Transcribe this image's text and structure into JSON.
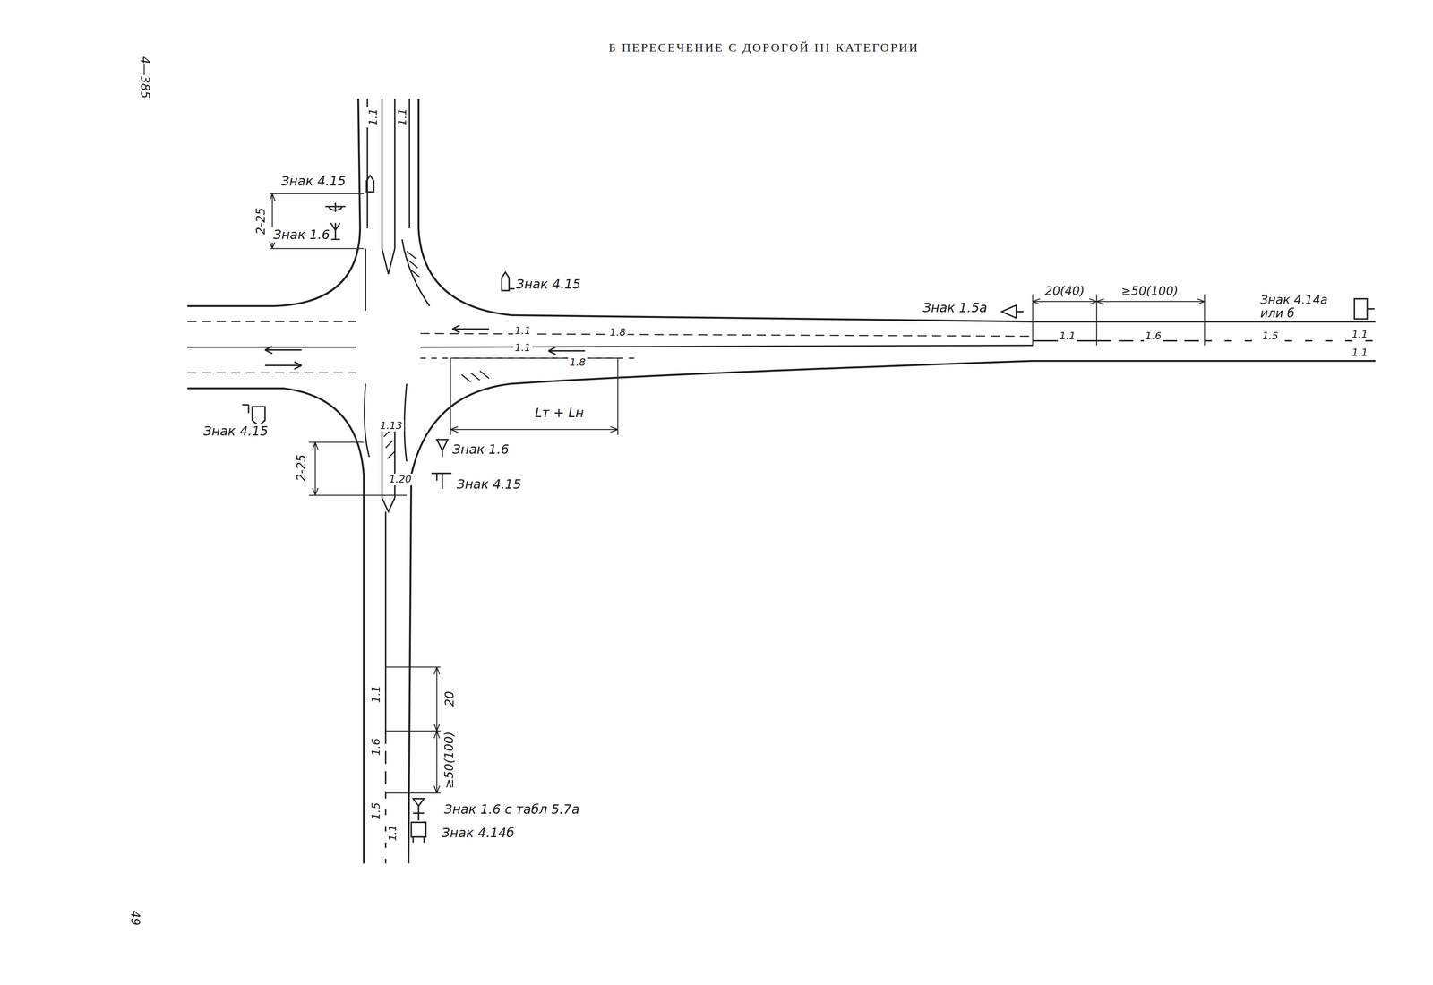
{
  "diagram": {
    "title": "Б ПЕРЕСЕЧЕНИЕ С ДОРОГОЙ III КАТЕГОРИИ",
    "labels": [
      "4—385",
      "1.1",
      "1.1",
      "Знак 4.15",
      "2-25",
      "Знак 1.6",
      "Знак 4.15",
      "Знак 1.5а",
      "20(40)",
      "≥50(100)",
      "Знак 4.14а или б",
      "1.1",
      "1.6",
      "1.5",
      "1.1",
      "1.1",
      "1.1",
      "1.8",
      "1.1",
      "1.8",
      "Lт + Lн",
      "Знак 4.15",
      "1.13",
      "2-25",
      "Знак 1.6",
      "1.20",
      "Знак 4.15",
      "1.1",
      "20",
      "1.6",
      "≥50(100)",
      "Знак 1.6 с табл 5.7а",
      "1.5",
      "1.1",
      "Знак 4.14б",
      "49"
    ]
  }
}
